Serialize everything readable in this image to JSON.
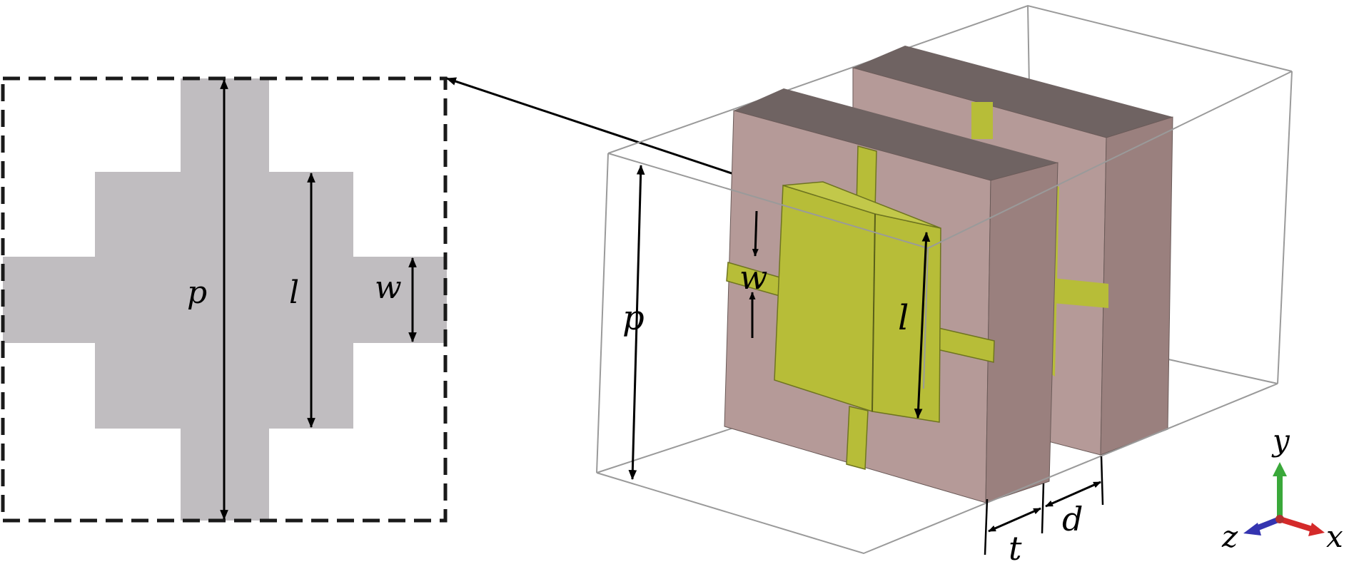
{
  "colors": {
    "cross_gray": "#c0bdc0",
    "substrate_front": "#b59a98",
    "substrate_side": "#9a807e",
    "substrate_top": "#6f6362",
    "metal_patch": "#b7bd38",
    "metal_patch_dark": "#8e9326",
    "frame": "#9a9a9a",
    "axis_x": "#d42a2a",
    "axis_y": "#3aa83a",
    "axis_z": "#3434b0"
  },
  "inset": {
    "labels": {
      "p": "p",
      "l": "l",
      "w": "w"
    }
  },
  "model": {
    "labels": {
      "p": "p",
      "l": "l",
      "w": "w",
      "t": "t",
      "d": "d"
    }
  },
  "axes": {
    "x": "x",
    "y": "y",
    "z": "z"
  }
}
